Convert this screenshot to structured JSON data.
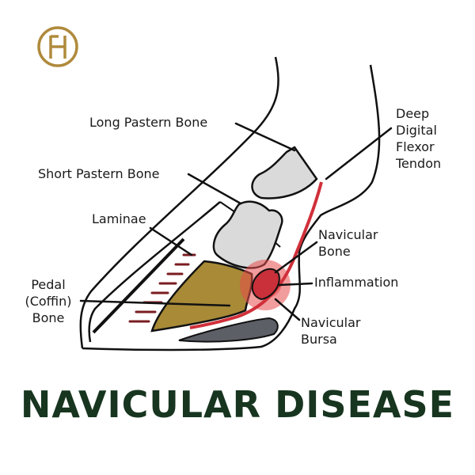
{
  "logo": {
    "monogram": "FH",
    "color": "#b08a3c"
  },
  "labels": {
    "long_pastern": "Long Pastern Bone",
    "short_pastern": "Short Pastern Bone",
    "laminae": "Laminae",
    "pedal": [
      "Pedal",
      "(Coffin)",
      "Bone"
    ],
    "ddft": [
      "Deep",
      "Digital",
      "Flexor",
      "Tendon"
    ],
    "navicular_bone": [
      "Navicular",
      "Bone"
    ],
    "inflammation": "Inflammation",
    "navicular_bursa": [
      "Navicular",
      "Bursa"
    ]
  },
  "title": "NAVICULAR DISEASE",
  "colors": {
    "title": "#17351f",
    "pedal_bone": "#a88a37",
    "pastern_bones": "#dadada",
    "tendon": "#d0303a",
    "inflammation": "#e84c4c",
    "laminae": "#7a1c22",
    "bursa": "#5c5f66",
    "outline": "#111111"
  }
}
